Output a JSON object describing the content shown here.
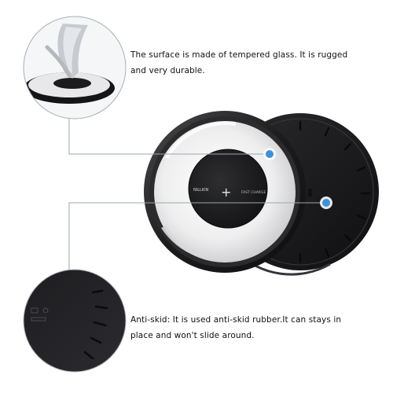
{
  "captions": {
    "glass": {
      "line1": "The surface is made of tempered glass. It is rugged",
      "line2": "and very durable."
    },
    "skid": {
      "line1": "Anti-skid: It is used anti-skid rubber.It can stays in",
      "line2": "place and won't slide around."
    }
  },
  "device": {
    "brand": "NILLKIN",
    "mark": "FAST CHARGE",
    "symbol": "+"
  },
  "colors": {
    "accent_dot": "#3d8fe0",
    "callout_line": "#9aa7b5",
    "body_black": "#1b1b1d",
    "glass_white": "#f4f4f5"
  }
}
